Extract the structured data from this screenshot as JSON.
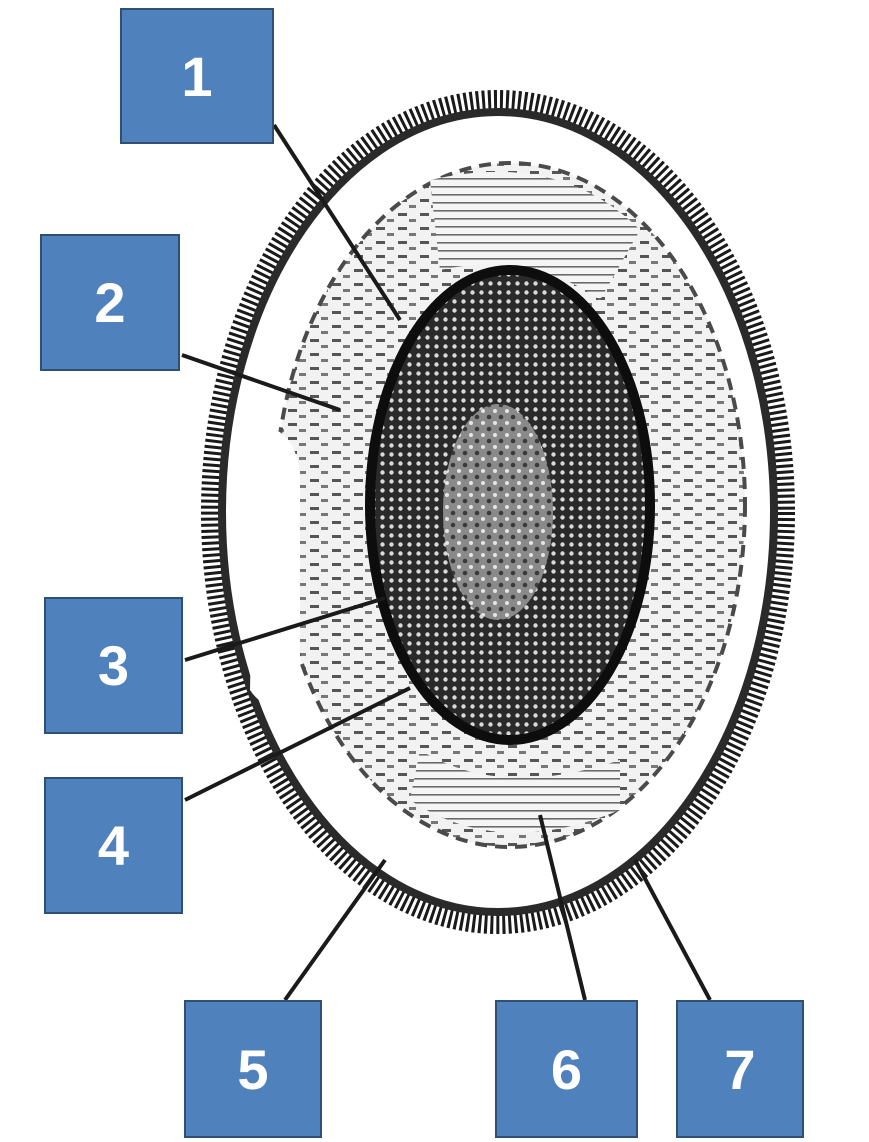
{
  "labels": {
    "l1": "1",
    "l2": "2",
    "l3": "3",
    "l4": "4",
    "l5": "5",
    "l6": "6",
    "l7": "7"
  },
  "colors": {
    "label_fill": "#4f81bd",
    "label_border": "#2f4f73",
    "label_text": "#ffffff",
    "ink": "#1a1a1a"
  }
}
